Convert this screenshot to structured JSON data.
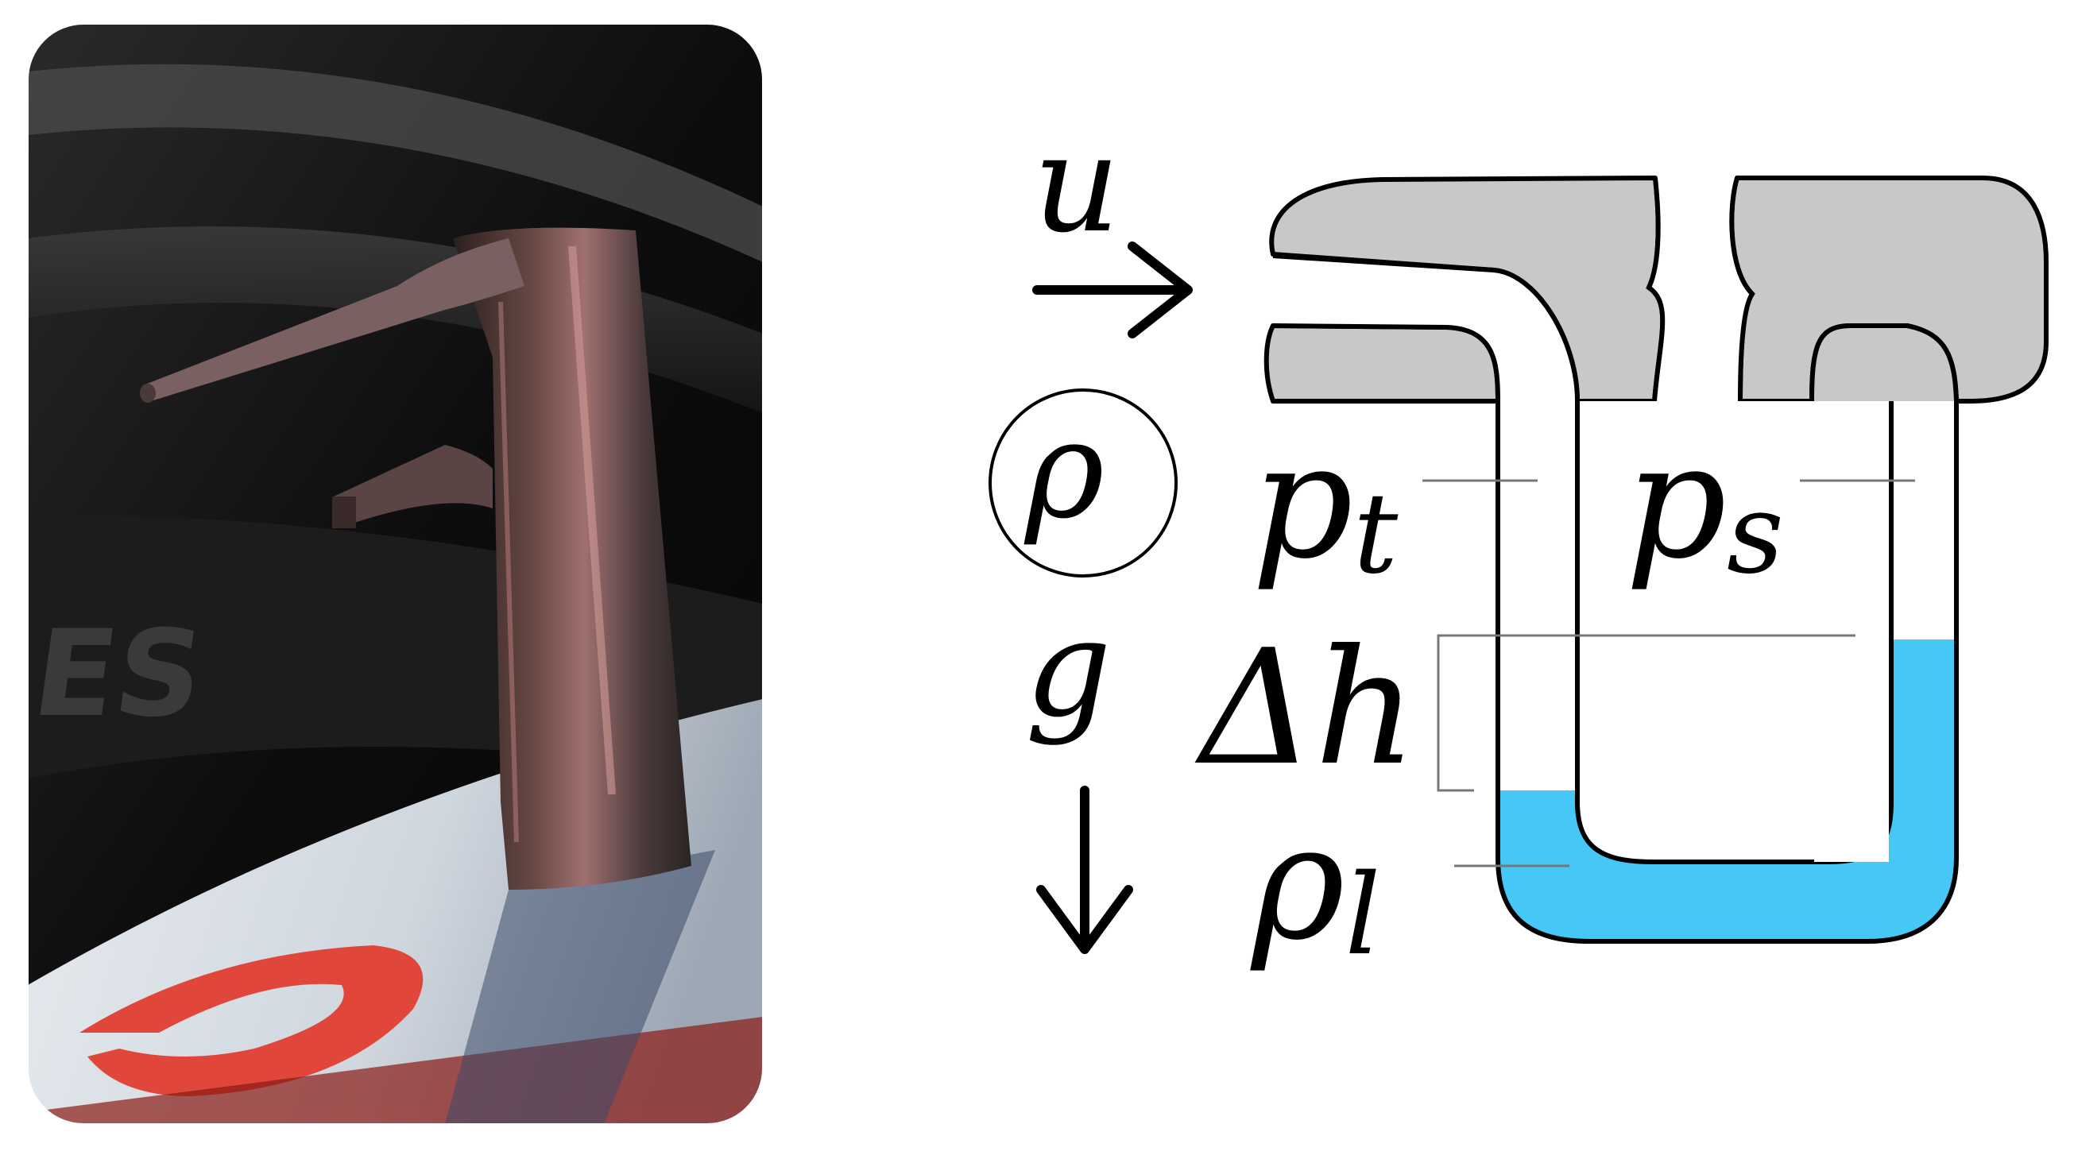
{
  "photo": {
    "description_icon": "pitot-tube-photo-icon",
    "tyre_lettering": "GES"
  },
  "diagram": {
    "labels": {
      "velocity": "u",
      "density": "ρ",
      "gravity": "g",
      "total_pressure": "p",
      "total_pressure_sub": "t",
      "static_pressure": "p",
      "static_pressure_sub": "s",
      "height_difference": "Δh",
      "liquid_density": "ρ",
      "liquid_density_sub": "l"
    },
    "colors": {
      "tube_body": "#c8c8c8",
      "liquid": "#45c8f5",
      "outline": "#000000",
      "leader_line": "#777777"
    },
    "icons": {
      "flow_arrow": "arrow-right-icon",
      "gravity_arrow": "arrow-down-icon"
    }
  }
}
